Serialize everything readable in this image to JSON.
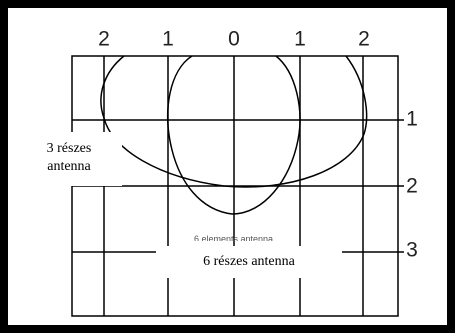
{
  "top_labels": [
    "2",
    "1",
    "0",
    "1",
    "2"
  ],
  "right_labels": [
    "1",
    "2",
    "3"
  ],
  "callouts": {
    "three_element": "3 részes\nantenna",
    "six_element": "6 részes antenna"
  },
  "ghost_text": "6 elements antenna",
  "colors": {
    "frame": "#000000",
    "lines": "#000000",
    "background": "#ffffff"
  }
}
